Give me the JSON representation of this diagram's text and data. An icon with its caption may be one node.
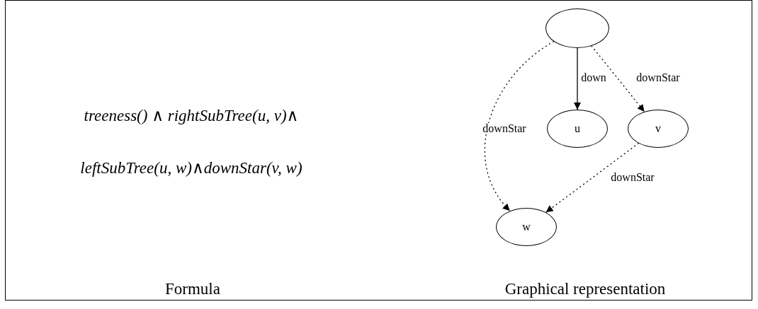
{
  "diagram": {
    "nodes": [
      {
        "text": [],
        "shape": "ellipse"
      },
      {
        "text": [
          "u"
        ]
      },
      {
        "text": [
          "v"
        ]
      },
      {
        "text": [
          "w"
        ]
      }
    ],
    "edges": [
      {
        "from": 0,
        "to": 1,
        "arrow": "to",
        "label": "down"
      },
      {
        "from": 0,
        "to": 2,
        "arrow": "to",
        "label": "downStar",
        "style": "dashed"
      },
      {
        "from": 0,
        "to": 3,
        "arrow": "to",
        "label": "downStar",
        "style": "dashed"
      },
      {
        "from": 2,
        "to": 3,
        "arrow": "to",
        "label": "downStar",
        "style": "dashed"
      }
    ],
    "labels": [
      "treeness() ∧ rightSubTree(u, v)∧",
      "leftSubTree(u, w)∧downStar(v, w)",
      "Formula",
      "Graphical representation"
    ]
  }
}
